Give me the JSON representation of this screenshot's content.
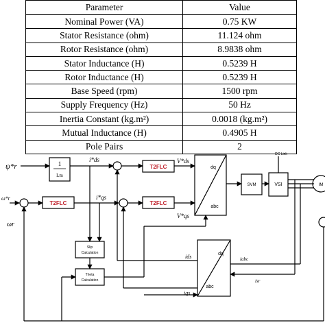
{
  "table": {
    "headers": [
      "Parameter",
      "Value"
    ],
    "rows": [
      [
        "Nominal Power (VA)",
        "0.75 KW"
      ],
      [
        "Stator Resistance (ohm)",
        "11.124 ohm"
      ],
      [
        "Rotor Resistance (ohm)",
        "8.9838 ohm"
      ],
      [
        "Stator Inductance (H)",
        "0.5239 H"
      ],
      [
        "Rotor Inductance (H)",
        "0.5239 H"
      ],
      [
        "Base Speed (rpm)",
        "1500 rpm"
      ],
      [
        "Supply Frequency (Hz)",
        "50 Hz"
      ],
      [
        "Inertia Constant (kg.m²)",
        "0.0018 (kg.m²)"
      ],
      [
        "Mutual Inductance (H)",
        "0.4905 H"
      ],
      [
        "Pole Pairs",
        "2"
      ]
    ]
  },
  "diagram": {
    "gain_num": "1",
    "gain_den": "Lm",
    "controller_1": "T2FLC",
    "controller_2": "T2FLC",
    "controller_3": "T2FLC",
    "svm": "SVM",
    "inverter": "VSI",
    "dc_link": "DC Link",
    "motor": "IM",
    "slip_block_1": "Slip",
    "slip_block_2": "Calculation",
    "theta_block_1": "Theta",
    "theta_block_2": "Calculation",
    "transform_top": "dq",
    "transform_bottom": "abc",
    "signal_psi": "ψ*r",
    "signal_iq": "i*ds",
    "signal_vds": "V*ds",
    "signal_iqs": "i*qs",
    "signal_vqs": "V*qs",
    "signal_omega": "ωr",
    "signal_ids": "ids",
    "signal_iqs_meas": "iqs",
    "signal_iabc": "iabc",
    "signal_isr": "isr",
    "signal_ref": "ω*r"
  },
  "colors": {
    "controller_text": "#c0202a",
    "line": "#000000"
  }
}
